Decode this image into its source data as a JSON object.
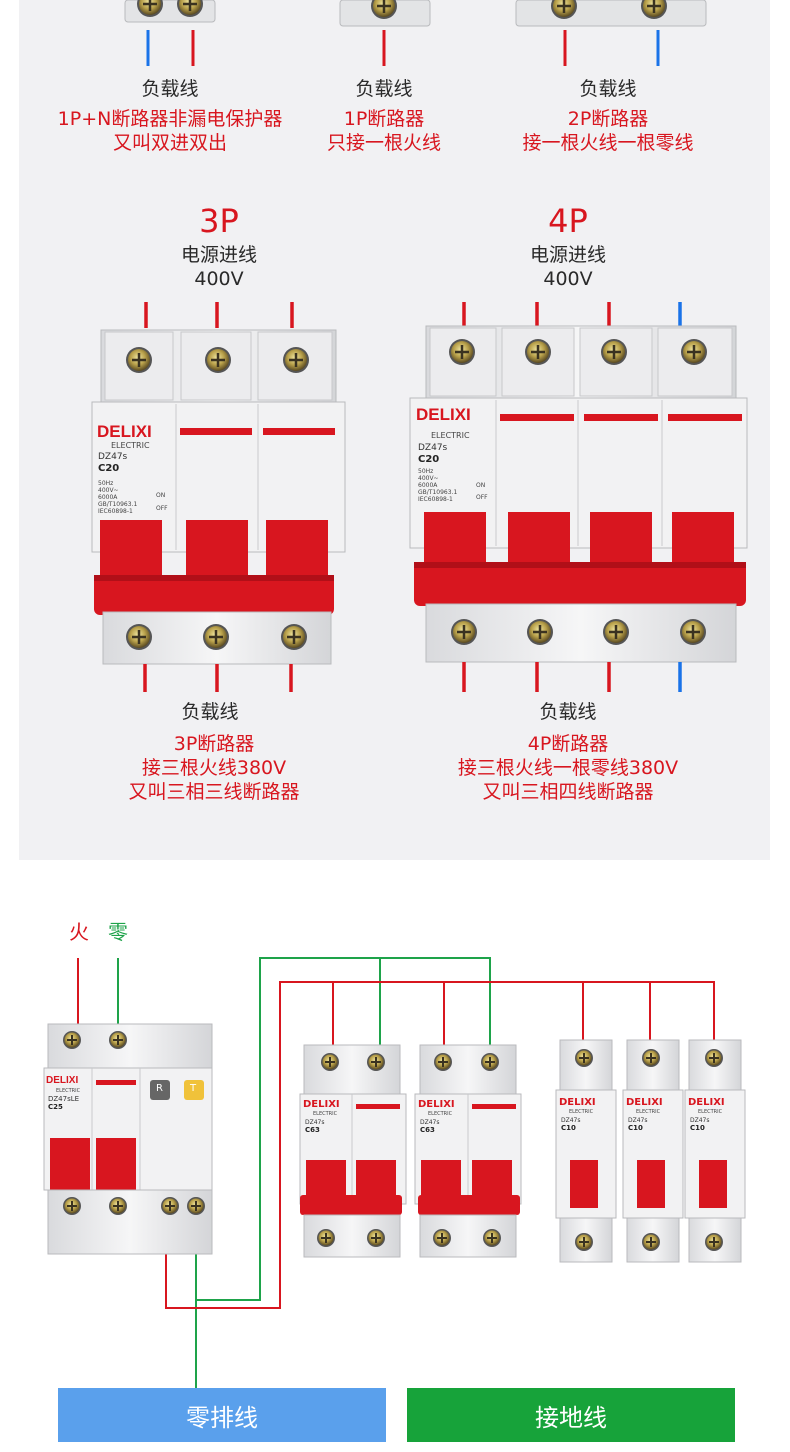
{
  "top_section": {
    "col1": {
      "load_label": "负载线",
      "desc1": "1P+N断路器非漏电保护器",
      "desc2": "又叫双进双出"
    },
    "col2": {
      "load_label": "负载线",
      "desc1": "1P断路器",
      "desc2": "只接一根火线"
    },
    "col3": {
      "load_label": "负载线",
      "desc1": "2P断路器",
      "desc2": "接一根火线一根零线"
    }
  },
  "breaker_3p": {
    "pole_title": "3P",
    "supply_label": "电源进线",
    "voltage": "400V",
    "brand": "DELIXI",
    "brand_sub": "ELECTRIC",
    "model": "DZ47s",
    "rating": "C20",
    "spec_lines": [
      "50Hz",
      "400V~",
      "6000A",
      "GB/T10963.1",
      "IEC60898-1"
    ],
    "on_label": "ON",
    "off_label": "OFF",
    "load_label": "负载线",
    "desc1": "3P断路器",
    "desc2": "接三根火线380V",
    "desc3": "又叫三相三线断路器"
  },
  "breaker_4p": {
    "pole_title": "4P",
    "supply_label": "电源进线",
    "voltage": "400V",
    "brand": "DELIXI",
    "brand_sub": "ELECTRIC",
    "model": "DZ47s",
    "rating": "C20",
    "spec_lines": [
      "50Hz",
      "400V~",
      "6000A",
      "GB/T10963.1",
      "IEC60898-1"
    ],
    "on_label": "ON",
    "off_label": "OFF",
    "load_label": "负载线",
    "desc1": "4P断路器",
    "desc2": "接三根火线一根零线380V",
    "desc3": "又叫三相四线断路器"
  },
  "wiring": {
    "live_label": "火",
    "neutral_label": "零",
    "rcbo": {
      "brand": "DELIXI",
      "brand_sub": "ELECTRIC",
      "model": "DZ47sLE",
      "rating": "C25",
      "r_button": "R",
      "t_button": "T"
    },
    "breakers": [
      {
        "brand": "DELIXI",
        "brand_sub": "ELECTRIC",
        "model": "DZ47s",
        "rating": "C63"
      },
      {
        "brand": "DELIXI",
        "brand_sub": "ELECTRIC",
        "model": "DZ47s",
        "rating": "C63"
      },
      {
        "brand": "DELIXI",
        "brand_sub": "ELECTRIC",
        "model": "DZ47s",
        "rating": "C10"
      },
      {
        "brand": "DELIXI",
        "brand_sub": "ELECTRIC",
        "model": "DZ47s",
        "rating": "C10"
      },
      {
        "brand": "DELIXI",
        "brand_sub": "ELECTRIC",
        "model": "DZ47s",
        "rating": "C10"
      }
    ],
    "neutral_bar": "零排线",
    "ground_bar": "接地线"
  },
  "colors": {
    "live": "#d8161f",
    "neutral_wire": "#1a73e8",
    "wiring_green": "#1ea34a",
    "neutral_bar_bg": "#5aa0ec",
    "ground_bar_bg": "#17a33a",
    "breaker_red": "#d8161f"
  }
}
